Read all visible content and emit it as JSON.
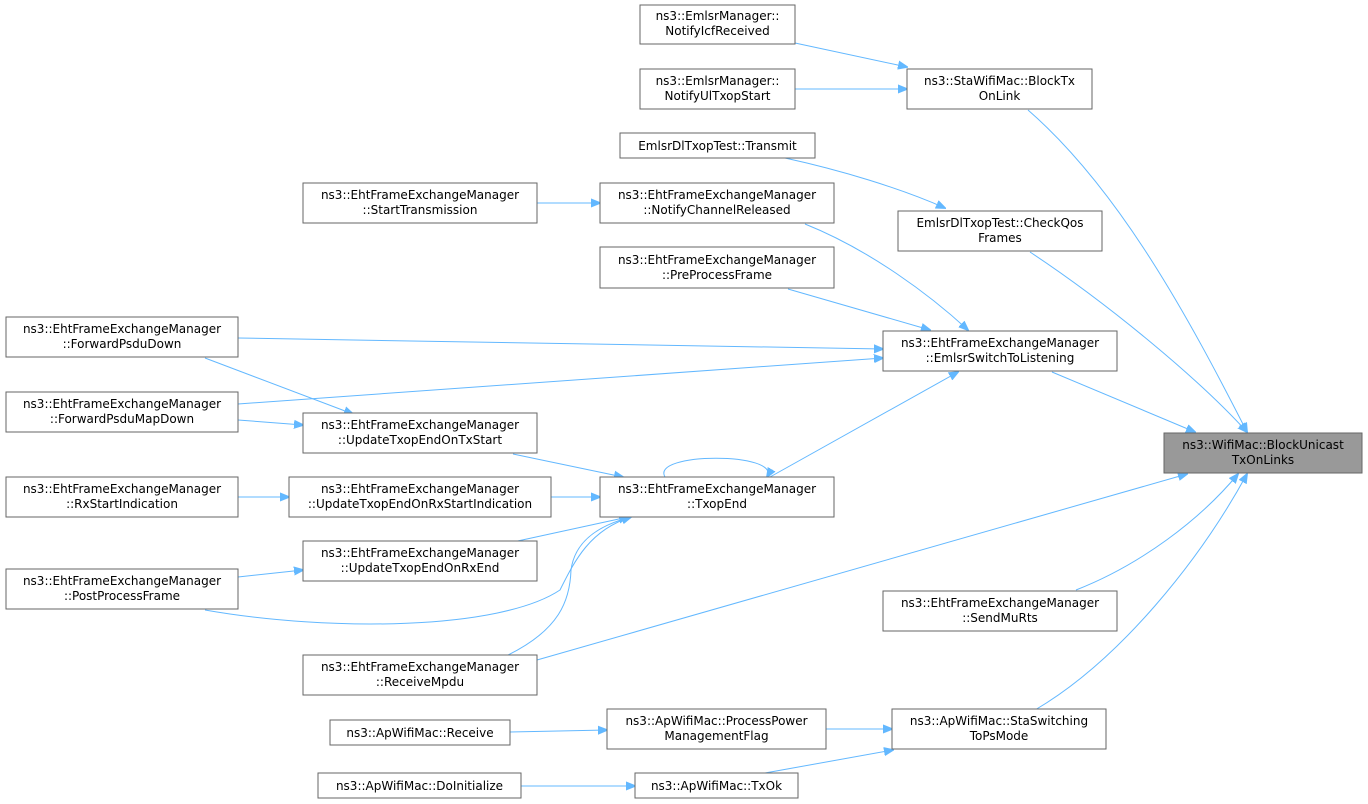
{
  "colors": {
    "edge": "#63b8ff",
    "root_fill": "#999999",
    "node_border": "#666666"
  },
  "nodes": {
    "emlsr_icf": [
      "ns3::EmlsrManager::",
      "NotifyIcfReceived"
    ],
    "emlsr_ultxop": [
      "ns3::EmlsrManager::",
      "NotifyUlTxopStart"
    ],
    "sta_blocktx": [
      "ns3::StaWifiMac::BlockTx",
      "OnLink"
    ],
    "dltxop_transmit": [
      "EmlsrDlTxopTest::Transmit"
    ],
    "efem_starttx": [
      "ns3::EhtFrameExchangeManager",
      "::StartTransmission"
    ],
    "efem_notifychan": [
      "ns3::EhtFrameExchangeManager",
      "::NotifyChannelReleased"
    ],
    "dltxop_checkqos": [
      "EmlsrDlTxopTest::CheckQos",
      "Frames"
    ],
    "efem_preprocess": [
      "ns3::EhtFrameExchangeManager",
      "::PreProcessFrame"
    ],
    "efem_fwdpsdu": [
      "ns3::EhtFrameExchangeManager",
      "::ForwardPsduDown"
    ],
    "efem_switchlisten": [
      "ns3::EhtFrameExchangeManager",
      "::EmlsrSwitchToListening"
    ],
    "efem_fwdpsdumap": [
      "ns3::EhtFrameExchangeManager",
      "::ForwardPsduMapDown"
    ],
    "efem_upd_txstart": [
      "ns3::EhtFrameExchangeManager",
      "::UpdateTxopEndOnTxStart"
    ],
    "root": [
      "ns3::WifiMac::BlockUnicast",
      "TxOnLinks"
    ],
    "efem_rxstartind": [
      "ns3::EhtFrameExchangeManager",
      "::RxStartIndication"
    ],
    "efem_upd_rxstart": [
      "ns3::EhtFrameExchangeManager",
      "::UpdateTxopEndOnRxStartIndication"
    ],
    "efem_txopend": [
      "ns3::EhtFrameExchangeManager",
      "::TxopEnd"
    ],
    "efem_upd_rxend": [
      "ns3::EhtFrameExchangeManager",
      "::UpdateTxopEndOnRxEnd"
    ],
    "efem_postprocess": [
      "ns3::EhtFrameExchangeManager",
      "::PostProcessFrame"
    ],
    "efem_sendmurts": [
      "ns3::EhtFrameExchangeManager",
      "::SendMuRts"
    ],
    "efem_receivempdu": [
      "ns3::EhtFrameExchangeManager",
      "::ReceiveMpdu"
    ],
    "ap_receive": [
      "ns3::ApWifiMac::Receive"
    ],
    "ap_processpower": [
      "ns3::ApWifiMac::ProcessPower",
      "ManagementFlag"
    ],
    "ap_staswitch": [
      "ns3::ApWifiMac::StaSwitching",
      "ToPsMode"
    ],
    "ap_doinit": [
      "ns3::ApWifiMac::DoInitialize"
    ],
    "ap_txok": [
      "ns3::ApWifiMac::TxOk"
    ]
  }
}
